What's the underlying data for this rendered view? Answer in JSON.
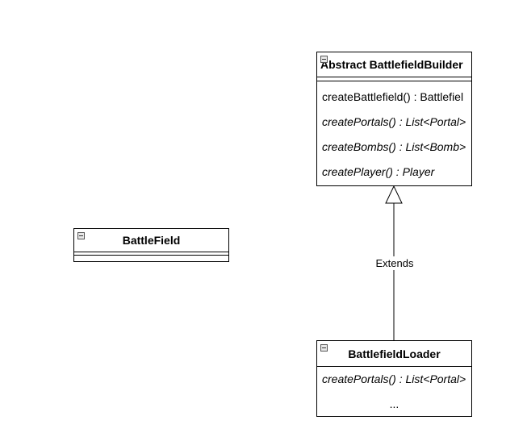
{
  "classes": {
    "battlefield": {
      "name": "BattleField"
    },
    "builder": {
      "name": "Abstract BattlefieldBuilder",
      "methods": [
        {
          "text": "createBattlefield() : Battlefiel",
          "abstract": false
        },
        {
          "text": "createPortals() : List<Portal>",
          "abstract": true
        },
        {
          "text": "createBombs() : List<Bomb>",
          "abstract": true
        },
        {
          "text": "createPlayer() : Player",
          "abstract": true
        }
      ]
    },
    "loader": {
      "name": "BattlefieldLoader",
      "methods": [
        {
          "text": "createPortals() : List<Portal>",
          "abstract": true
        },
        {
          "text": "...",
          "abstract": false
        }
      ]
    }
  },
  "relations": {
    "extends_label": "Extends"
  },
  "icons": {
    "collapse": "collapse-minus-icon",
    "generalization": "hollow-triangle-arrowhead"
  }
}
